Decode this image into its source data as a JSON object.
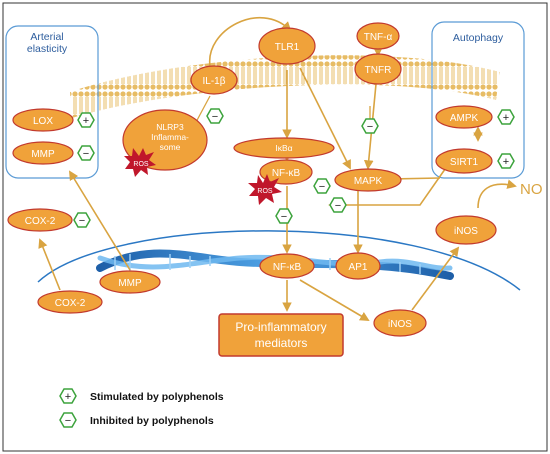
{
  "panels": {
    "arterial_elasticity": "Arterial elasticity",
    "autophagy": "Autophagy"
  },
  "nodes": {
    "tlr1": "TLR1",
    "tnf_alpha": "TNF-α",
    "tnfr": "TNFR",
    "il1b": "IL-1β",
    "nlrp3_line1": "NLRP3",
    "nlrp3_line2": "Inflamma-",
    "nlrp3_line3": "some",
    "ikba": "IκBα",
    "nfkb_cyto": "NF-κB",
    "mapk": "MAPK",
    "lox": "LOX",
    "mmp_panel": "MMP",
    "ampk": "AMPK",
    "sirt1": "SIRT1",
    "cox2_upper": "COX-2",
    "cox2_lower": "COX-2",
    "mmp_dna": "MMP",
    "nfkb_nuc": "NF-κB",
    "ap1": "AP1",
    "inos_upper": "iNOS",
    "inos_lower": "iNOS",
    "no": "NO",
    "ros_1": "ROS",
    "ros_2": "ROS",
    "pro_line1": "Pro-inflammatory",
    "pro_line2": "mediators"
  },
  "signs": {
    "plus": "+",
    "minus": "−"
  },
  "legend": {
    "stimulated": "Stimulated by polyphenols",
    "inhibited": "Inhibited by polyphenols"
  },
  "colors": {
    "node_fill": "#F0A23A",
    "node_stroke": "#C23A2E",
    "arrow": "#D9A441",
    "membrane": "#E6B85C",
    "panel_stroke": "#5B9BD5",
    "sign_stroke": "#3DA33D",
    "ros_fill": "#C0172B",
    "dna_blue": "#2B78C4"
  }
}
